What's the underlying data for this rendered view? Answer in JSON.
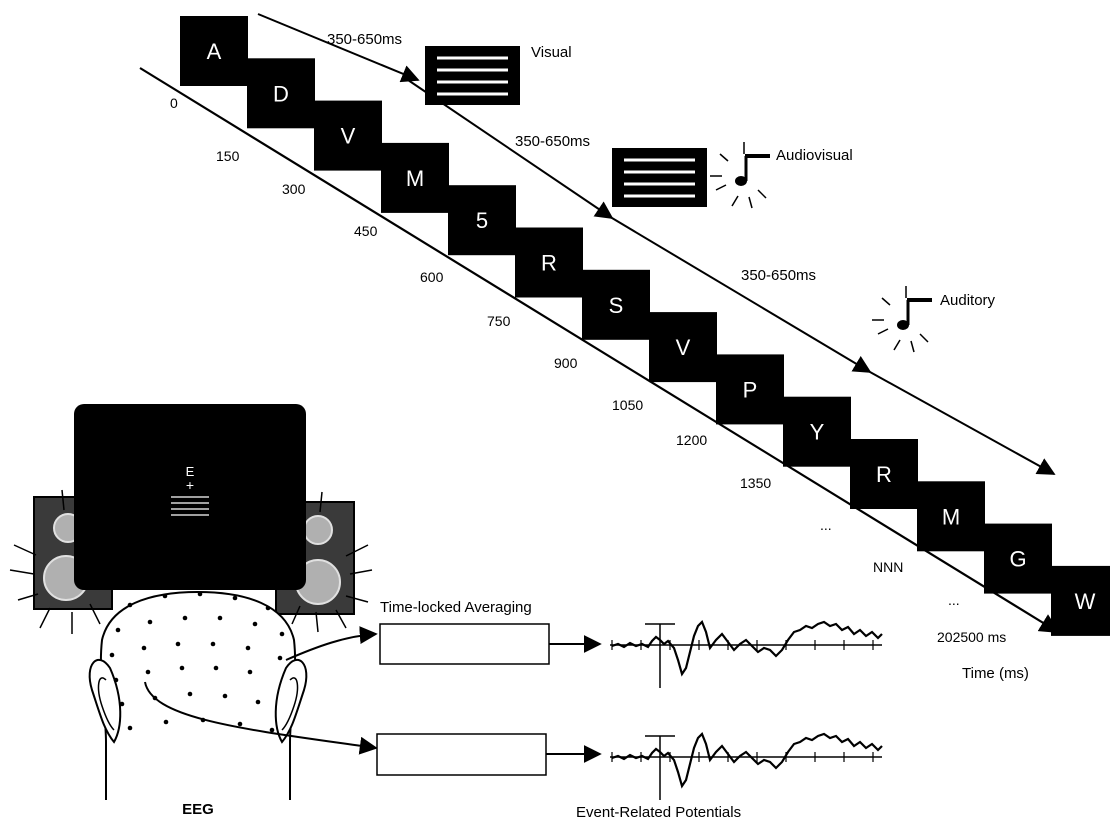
{
  "letters": [
    "A",
    "D",
    "V",
    "M",
    "5",
    "R",
    "S",
    "V",
    "P",
    "Y",
    "R",
    "M",
    "G",
    "W"
  ],
  "time_ticks": [
    "0",
    "150",
    "300",
    "450",
    "600",
    "750",
    "900",
    "1050",
    "1200",
    "1350",
    "...",
    "NNN",
    "...",
    "202500 ms"
  ],
  "time_axis_label": "Time (ms)",
  "stimuli": [
    {
      "interval": "350-650ms",
      "label": "Visual"
    },
    {
      "interval": "350-650ms",
      "label": "Audiovisual"
    },
    {
      "interval": "350-650ms",
      "label": "Auditory"
    }
  ],
  "monitor": {
    "letter": "E",
    "fixation": "+"
  },
  "processing": {
    "averaging_label": "Time-locked Averaging",
    "erp_label": "Event-Related Potentials",
    "eeg_label": "EEG"
  },
  "colors": {
    "ink": "#000000",
    "speaker_body": "#3a3a3a",
    "speaker_cone": "#b0b0b0",
    "paper": "#ffffff"
  }
}
